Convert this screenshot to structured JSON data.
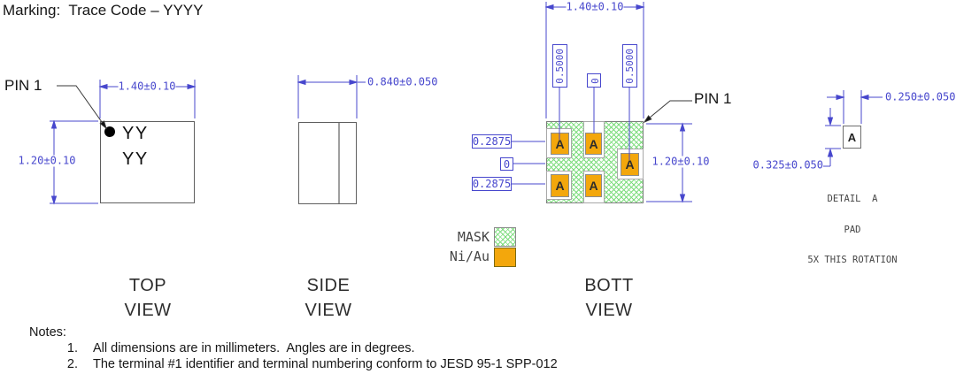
{
  "marking_note": "Marking:  Trace Code – YYYY",
  "colors": {
    "dimension_blue": "#4747cd",
    "mask_green": "#7fdd7f",
    "pad_orange": "#f3a70c",
    "outline_gray": "#5f5f5f"
  },
  "top_view": {
    "label_line1": "TOP",
    "label_line2": "VIEW",
    "pin1_label": "PIN 1",
    "marking_line1": "YY",
    "marking_line2": "YY",
    "dim_width": "1.40±0.10",
    "dim_height": "1.20±0.10"
  },
  "side_view": {
    "label_line1": "SIDE",
    "label_line2": "VIEW",
    "dim_width": "0.840±0.050"
  },
  "bottom_view": {
    "label_line1": "BOTT",
    "label_line2": "VIEW",
    "pin1_label": "PIN 1",
    "dim_width": "1.40±0.10",
    "dim_height": "1.20±0.10",
    "col_dim_left": "0.5000",
    "col_dim_center": "0",
    "col_dim_right": "0.5000",
    "row_dim_top": "0.2875",
    "row_dim_center": "0",
    "row_dim_bottom": "0.2875",
    "pad_label": "A"
  },
  "legend": {
    "mask_label": "MASK",
    "niau_label": "Ni/Au"
  },
  "detail": {
    "pad_label": "A",
    "dim_width": "0.250±0.050",
    "dim_height": "0.325±0.050",
    "caption_line1": "DETAIL  A",
    "caption_line2": "PAD",
    "caption_line3": "5X THIS ROTATION"
  },
  "notes": {
    "title": "Notes:",
    "items": [
      {
        "num": "1.",
        "text": "All dimensions are in millimeters.  Angles are in degrees."
      },
      {
        "num": "2.",
        "text": "The terminal #1 identifier and terminal numbering conform to JESD 95-1 SPP-012"
      }
    ]
  }
}
